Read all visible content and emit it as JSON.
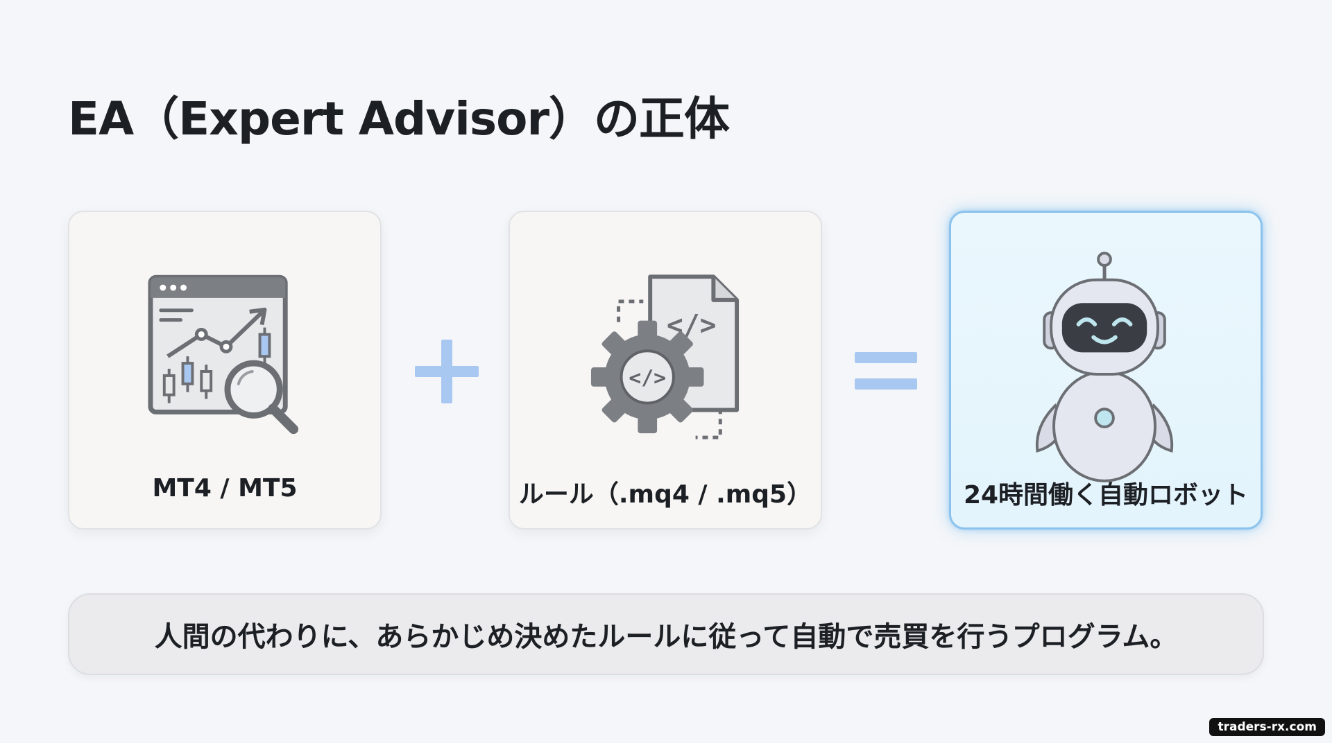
{
  "title": "EA（Expert Advisor）の正体",
  "cards": [
    {
      "label": "MT4 / MT5",
      "icon": "chart-analysis-icon"
    },
    {
      "label": "ルール（.mq4 / .mq5）",
      "icon": "gear-code-icon"
    },
    {
      "label": "24時間働く自動ロボット",
      "icon": "robot-icon"
    }
  ],
  "operators": {
    "plus": "+",
    "equals": "="
  },
  "summary": "人間の代わりに、あらかじめ決めたルールに従って自動で売買を行うプログラム。",
  "watermark": "traders-rx.com",
  "colors": {
    "background": "#f4f6f9",
    "accent_blue": "#a9c8f1",
    "highlight_border": "#8cc2ec",
    "icon_gray": "#6b6e73"
  }
}
